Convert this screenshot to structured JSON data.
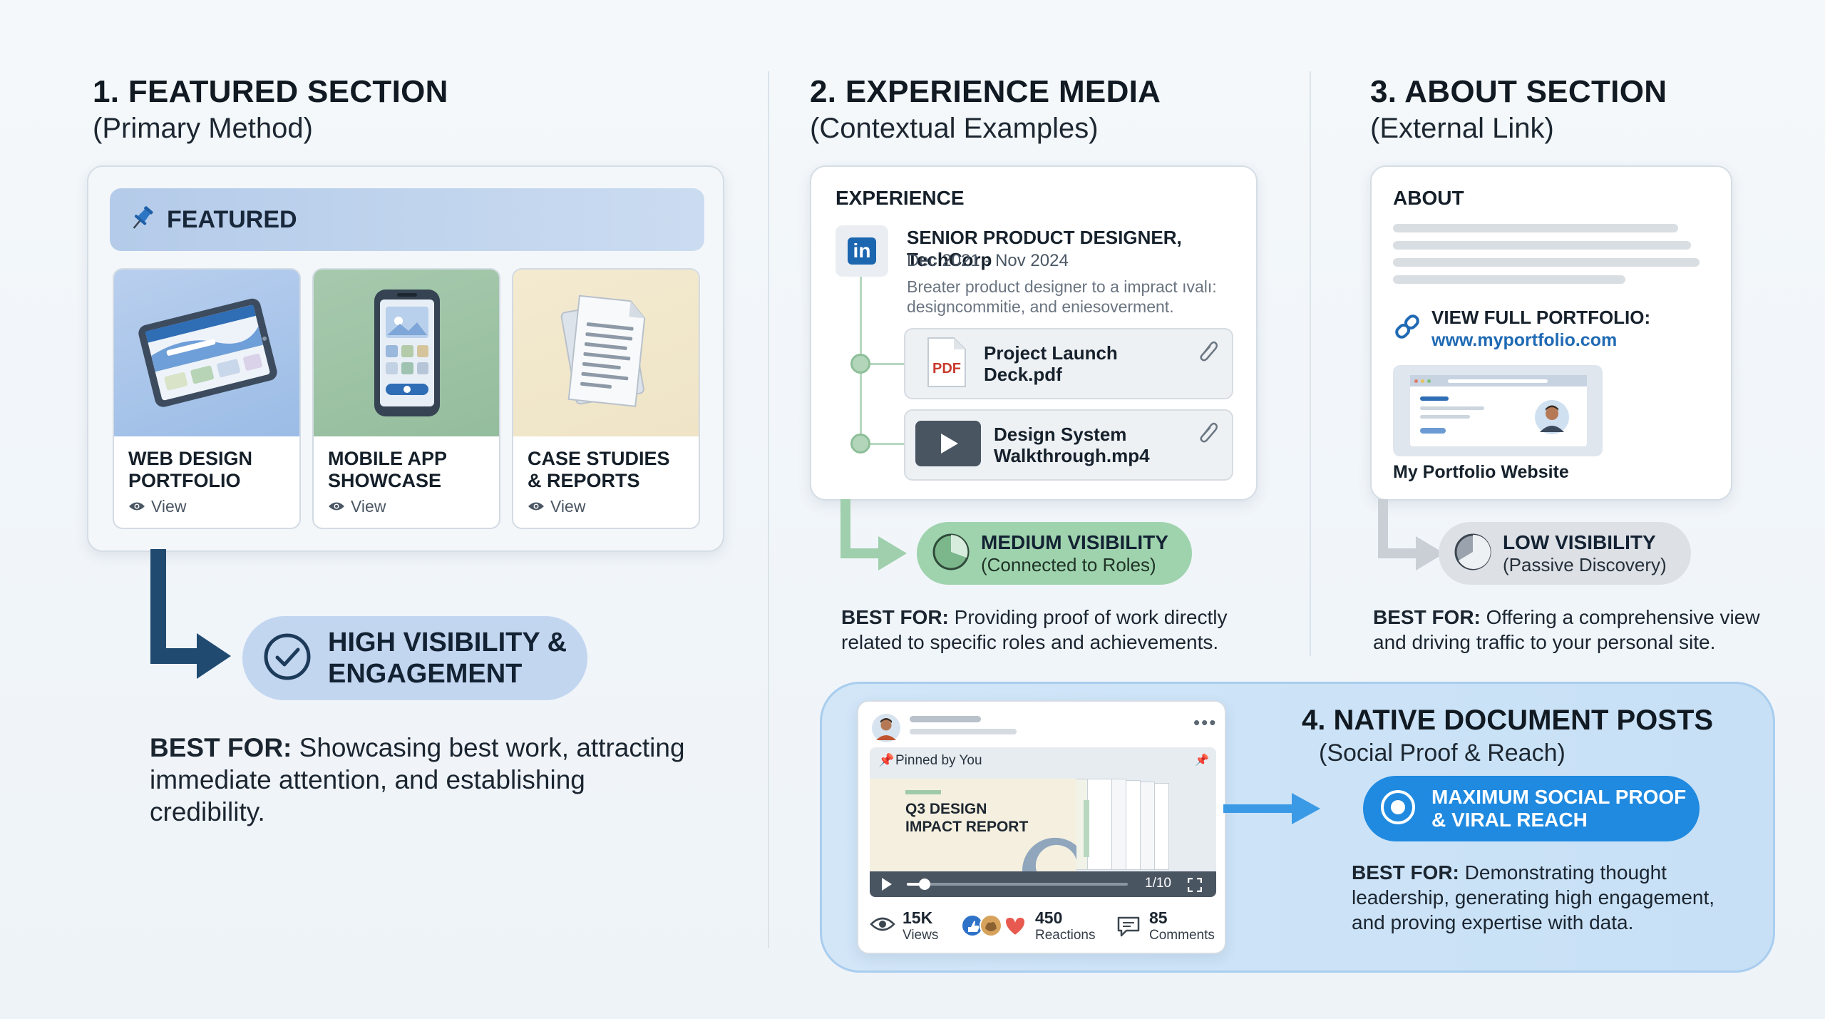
{
  "colors": {
    "background": "#f1f5f9",
    "high_pill": "#c3d6f0",
    "medium_pill": "#9fd3ae",
    "low_pill": "#dde1e6",
    "max_pill": "#1f8ae0",
    "arrow_dark": "#204a70",
    "arrow_green": "#9fcfad",
    "arrow_gray": "#c9cfd5",
    "arrow_blue": "#3b9ae6"
  },
  "section1": {
    "title": "1. FEATURED SECTION",
    "subtitle": "(Primary Method)",
    "bar_label": "FEATURED",
    "bar_icon": "pushpin-icon",
    "tiles": [
      {
        "name_line1": "WEB DESIGN",
        "name_line2": "PORTFOLIO",
        "view": "View",
        "icon": "tablet-icon"
      },
      {
        "name_line1": "MOBILE APP",
        "name_line2": "SHOWCASE",
        "view": "View",
        "icon": "phone-icon"
      },
      {
        "name_line1": "CASE STUDIES",
        "name_line2": "& REPORTS",
        "view": "View",
        "icon": "documents-icon"
      }
    ],
    "pill_line1": "HIGH VISIBILITY &",
    "pill_line2": "ENGAGEMENT",
    "best_for_label": "BEST FOR:",
    "best_for_text": " Showcasing best work, attracting immediate attention, and establishing credibility."
  },
  "section2": {
    "title": "2. EXPERIENCE MEDIA",
    "subtitle": "(Contextual Examples)",
    "card_heading": "EXPERIENCE",
    "logo_text": "in",
    "job_title": "SENIOR PRODUCT DESIGNER, TechCorp",
    "dates": "Dec 2021 - Nov 2024",
    "description_line1": "Breater product designer to a impract ıvalı:",
    "description_line2": "designcommitie, and eniesoverment.",
    "attachments": [
      {
        "line1": "Project Launch",
        "line2": "Deck.pdf",
        "badge": "PDF",
        "icon": "pdf-file-icon"
      },
      {
        "line1": "Design System",
        "line2": "Walkthrough.mp4",
        "icon": "video-play-icon"
      }
    ],
    "pill_title": "MEDIUM VISIBILITY",
    "pill_sub": "(Connected to Roles)",
    "best_for_label": "BEST FOR:",
    "best_for_text": " Providing proof of work directly related to specific roles and achievements."
  },
  "section3": {
    "title": "3. ABOUT SECTION",
    "subtitle": "(External Link)",
    "card_heading": "ABOUT",
    "link_label": "VIEW FULL PORTFOLIO:",
    "link_url": "www.myportfolio.com",
    "preview_caption": "My Portfolio Website",
    "pill_title": "LOW VISIBILITY",
    "pill_sub": "(Passive Discovery)",
    "best_for_label": "BEST FOR:",
    "best_for_text": " Offering a comprehensive view and driving traffic to your personal site."
  },
  "section4": {
    "title": "4. NATIVE DOCUMENT POSTS",
    "subtitle": "(Social Proof & Reach)",
    "pinned": "Pinned by You",
    "doc_title_line1": "Q3 DESIGN",
    "doc_title_line2": "IMPACT REPORT",
    "page_counter": "1/10",
    "progress": 0.08,
    "stats": {
      "views_num": "15K",
      "views_lbl": "Views",
      "reactions_num": "450",
      "reactions_lbl": "Reactions",
      "comments_num": "85",
      "comments_lbl": "Comments"
    },
    "pill_line1": "MAXIMUM SOCIAL PROOF",
    "pill_line2": "& VIRAL REACH",
    "best_for_label": "BEST FOR:",
    "best_for_text": " Demonstrating thought leadership, generating high engagement, and proving expertise with data."
  }
}
